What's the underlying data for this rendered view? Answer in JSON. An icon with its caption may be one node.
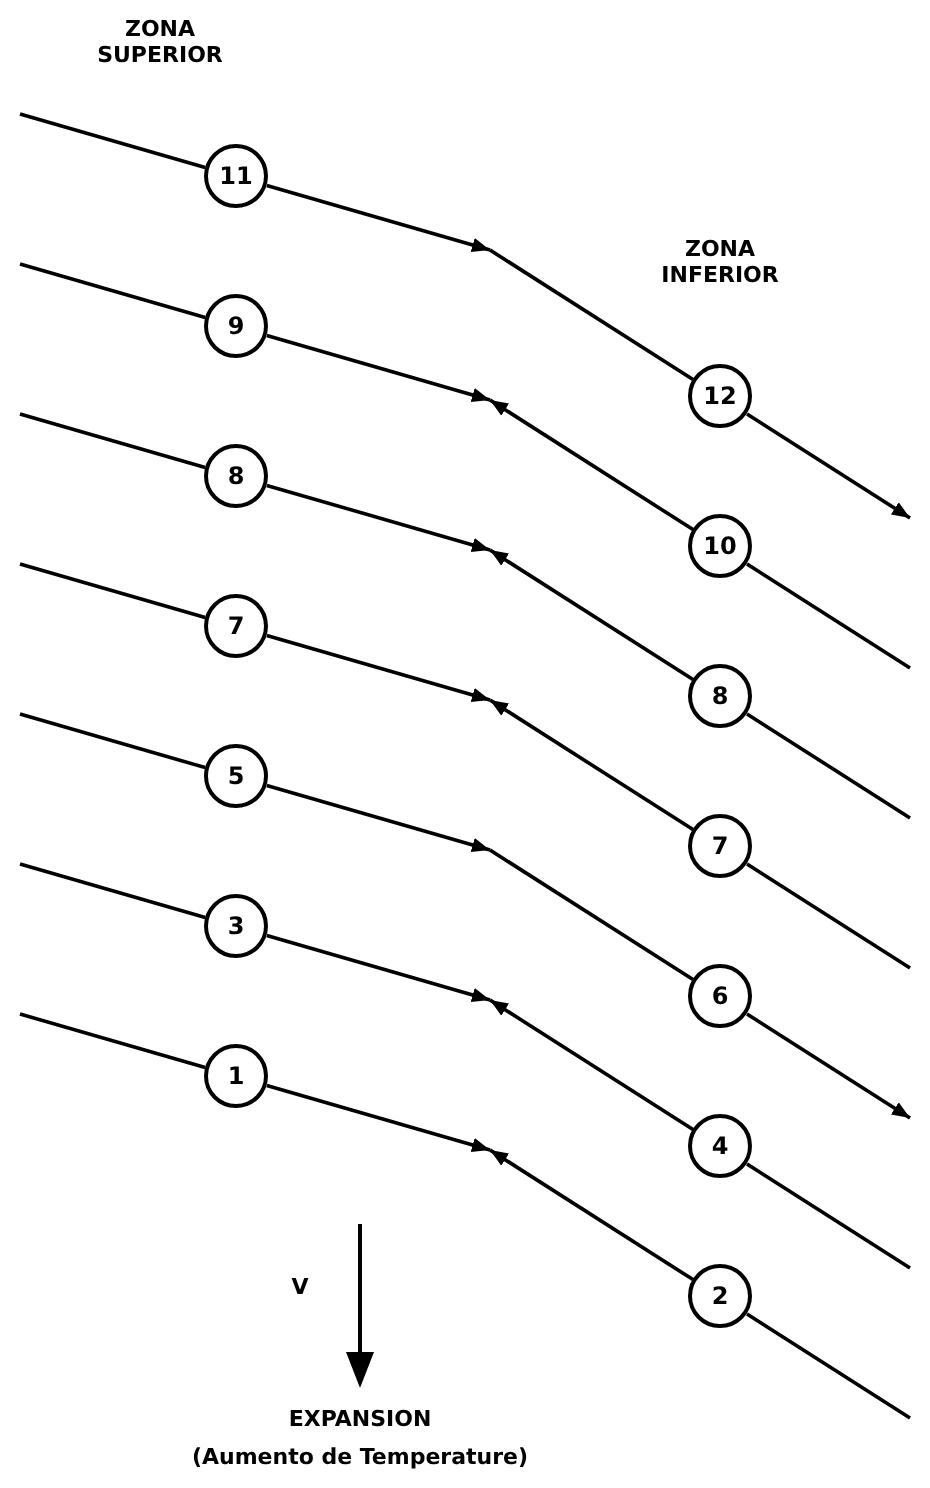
{
  "diagram": {
    "nodes": [
      {
        "text": [
          "11"
        ]
      },
      {
        "text": [
          "12"
        ]
      },
      {
        "text": [
          "9"
        ]
      },
      {
        "text": [
          "10"
        ]
      },
      {
        "text": [
          "8"
        ]
      },
      {
        "text": [
          "8"
        ]
      },
      {
        "text": [
          "7"
        ]
      },
      {
        "text": [
          "7"
        ]
      },
      {
        "text": [
          "5"
        ]
      },
      {
        "text": [
          "6"
        ]
      },
      {
        "text": [
          "3"
        ]
      },
      {
        "text": [
          "4"
        ]
      },
      {
        "text": [
          "1"
        ]
      },
      {
        "text": [
          "2"
        ]
      }
    ],
    "edges": [
      {
        "from": null,
        "to": 0,
        "arrow": "none"
      },
      {
        "from": 0,
        "to": null,
        "arrow": "to"
      },
      {
        "from": null,
        "to": 1,
        "arrow": "none"
      },
      {
        "from": 1,
        "to": null,
        "arrow": "to"
      },
      {
        "from": null,
        "to": 2,
        "arrow": "none"
      },
      {
        "from": 2,
        "to": null,
        "arrow": "to"
      },
      {
        "from": 3,
        "to": null,
        "arrow": "to"
      },
      {
        "from": 3,
        "to": null,
        "arrow": "none"
      },
      {
        "from": null,
        "to": 4,
        "arrow": "none"
      },
      {
        "from": 4,
        "to": null,
        "arrow": "to"
      },
      {
        "from": 5,
        "to": null,
        "arrow": "to"
      },
      {
        "from": 5,
        "to": null,
        "arrow": "none"
      },
      {
        "from": null,
        "to": 6,
        "arrow": "none"
      },
      {
        "from": 6,
        "to": null,
        "arrow": "to"
      },
      {
        "from": 7,
        "to": null,
        "arrow": "to"
      },
      {
        "from": 7,
        "to": null,
        "arrow": "none"
      },
      {
        "from": null,
        "to": 8,
        "arrow": "none"
      },
      {
        "from": 8,
        "to": null,
        "arrow": "to"
      },
      {
        "from": null,
        "to": 9,
        "arrow": "none"
      },
      {
        "from": 9,
        "to": null,
        "arrow": "to"
      },
      {
        "from": null,
        "to": 10,
        "arrow": "none"
      },
      {
        "from": 10,
        "to": null,
        "arrow": "to"
      },
      {
        "from": 11,
        "to": null,
        "arrow": "to"
      },
      {
        "from": 11,
        "to": null,
        "arrow": "none"
      },
      {
        "from": null,
        "to": 12,
        "arrow": "none"
      },
      {
        "from": 12,
        "to": null,
        "arrow": "to"
      },
      {
        "from": 13,
        "to": null,
        "arrow": "to"
      },
      {
        "from": 13,
        "to": null,
        "arrow": "none"
      }
    ],
    "labels": [
      "ZONA SUPERIOR",
      "ZONA INFERIOR",
      "V",
      "EXPANSION",
      "(Aumento de Temperature)"
    ]
  }
}
